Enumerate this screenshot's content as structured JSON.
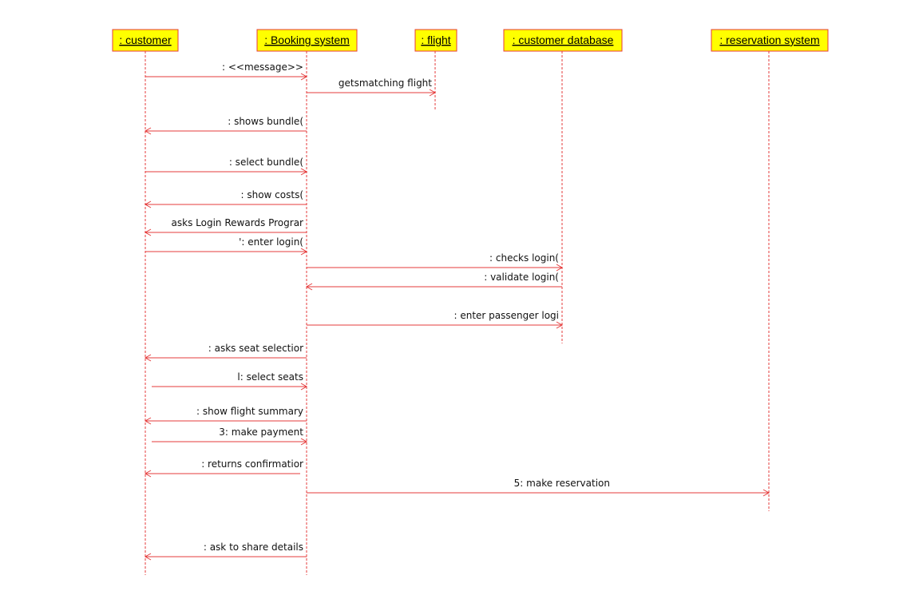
{
  "colors": {
    "line": "#e53b3b",
    "box_fill": "#ffff00",
    "box_border": "#e53b3b",
    "text": "#111111"
  },
  "participants": [
    {
      "id": "customer",
      "label": ": customer"
    },
    {
      "id": "booking",
      "label": ": Booking system"
    },
    {
      "id": "flight",
      "label": ": flight"
    },
    {
      "id": "custdb",
      "label": ": customer database"
    },
    {
      "id": "reservation",
      "label": ": reservation system"
    }
  ],
  "messages": [
    {
      "from": "customer",
      "to": "booking",
      "label": ": <<message>>"
    },
    {
      "from": "booking",
      "to": "flight",
      "label": "getsmatching flight"
    },
    {
      "from": "booking",
      "to": "customer",
      "label": ": shows bundle("
    },
    {
      "from": "customer",
      "to": "booking",
      "label": ": select bundle("
    },
    {
      "from": "booking",
      "to": "customer",
      "label": ": show costs("
    },
    {
      "from": "booking",
      "to": "customer",
      "label": "asks Login Rewards Prograr"
    },
    {
      "from": "customer",
      "to": "booking",
      "label": "': enter login("
    },
    {
      "from": "booking",
      "to": "custdb",
      "label": ": checks login("
    },
    {
      "from": "custdb",
      "to": "booking",
      "label": ": validate login("
    },
    {
      "from": "booking",
      "to": "custdb",
      "label": ": enter passenger logi"
    },
    {
      "from": "booking",
      "to": "customer",
      "label": ": asks seat selectior"
    },
    {
      "from": "customer",
      "to": "booking",
      "label": "l: select seats"
    },
    {
      "from": "booking",
      "to": "customer",
      "label": ": show flight summary"
    },
    {
      "from": "customer",
      "to": "booking",
      "label": "3: make payment"
    },
    {
      "from": "booking",
      "to": "customer",
      "label": ": returns confirmatior"
    },
    {
      "from": "booking",
      "to": "reservation",
      "label": "5: make reservation"
    },
    {
      "from": "booking",
      "to": "customer",
      "label": ": ask to share details"
    }
  ]
}
